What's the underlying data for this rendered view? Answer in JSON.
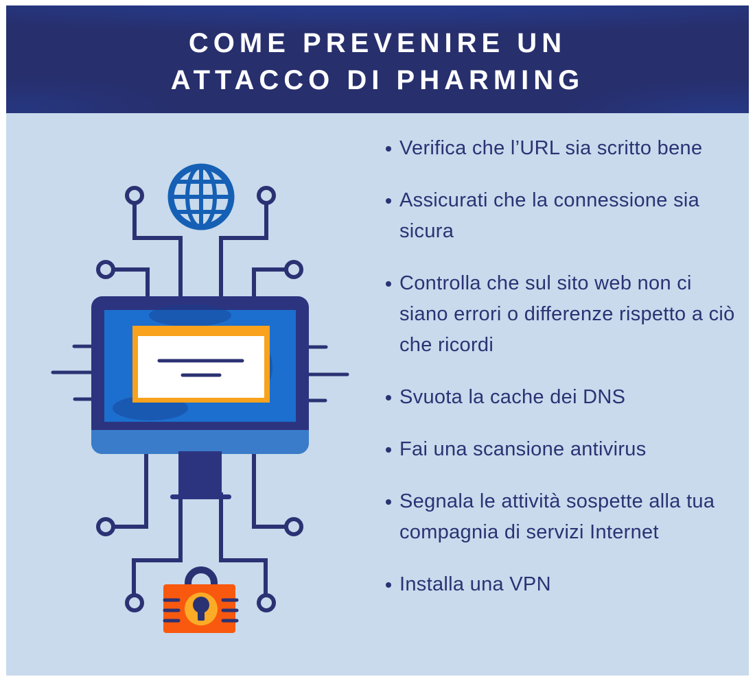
{
  "title": {
    "line1": "COME PREVENIRE UN",
    "line2": "ATTACCO DI PHARMING"
  },
  "tips": [
    "Verifica che l’URL sia scritto bene",
    "Assicurati che la connessione sia sicura",
    "Controlla che sul sito web non ci siano errori o differenze rispetto a ciò che ricordi",
    "Svuota la cache dei DNS",
    "Fai una scansione antivirus",
    "Segnala le attività sospette alla tua compagnia di servizi Internet",
    "Installa una VPN"
  ],
  "colors": {
    "header_bg": "#272f6d",
    "panel_bg": "#c8daec",
    "text_navy": "#2b3273",
    "title_white": "#ffffff",
    "globe_blue": "#1560b5",
    "monitor_frame": "#2c3480",
    "screen_blue": "#1c6fce",
    "monitor_chin": "#3a7cc9",
    "card_orange": "#f9a21d",
    "lock_orange": "#f8590f",
    "lock_amber": "#fbab26"
  },
  "illustration": {
    "icons": [
      "globe-icon",
      "circuit-lines",
      "monitor-icon",
      "document-icon",
      "padlock-icon"
    ]
  }
}
